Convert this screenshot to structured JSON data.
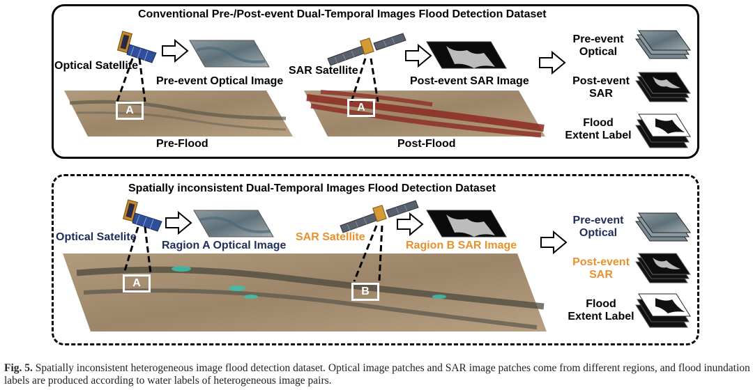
{
  "top_panel": {
    "title": "Conventional Pre-/Post-event Dual-Temporal Images Flood Detection Dataset",
    "optical_satellite": "Optical Satellite",
    "pre_event_optical_image": "Pre-event Optical Image",
    "sar_satellite": "SAR Satellite",
    "post_event_sar_image": "Post-event SAR Image",
    "box_a": "A",
    "box_a2": "A",
    "pre_flood": "Pre-Flood",
    "post_flood": "Post-Flood",
    "out_pre_event_line1": "Pre-event",
    "out_pre_event_line2": "Optical",
    "out_post_event_line1": "Post-event",
    "out_post_event_line2": "SAR",
    "out_flood_line1": "Flood",
    "out_flood_line2": "Extent Label"
  },
  "bottom_panel": {
    "title": "Spatially inconsistent Dual-Temporal Images Flood Detection Dataset",
    "optical_satellite": "Optical Satelite",
    "region_a_optical": "Ragion A Optical Image",
    "sar_satellite": "SAR Satellite",
    "region_b_sar": "Ragion B SAR Image",
    "box_a": "A",
    "box_b": "B",
    "out_pre_event_line1": "Pre-event",
    "out_pre_event_line2": "Optical",
    "out_post_event_line1": "Post-event",
    "out_post_event_line2": "SAR",
    "out_flood_line1": "Flood",
    "out_flood_line2": "Extent Label"
  },
  "colors": {
    "navy": "#1f2d5a",
    "orange": "#e8912c",
    "flood_red": "#8c2a22",
    "terrain": "#a38a6f"
  },
  "caption": {
    "fig": "Fig. 5.",
    "text": "Spatially inconsistent heterogeneous image flood detection dataset. Optical image patches and SAR image patches come from different regions, and flood inundation labels are produced according to water labels of heterogeneous image pairs."
  }
}
